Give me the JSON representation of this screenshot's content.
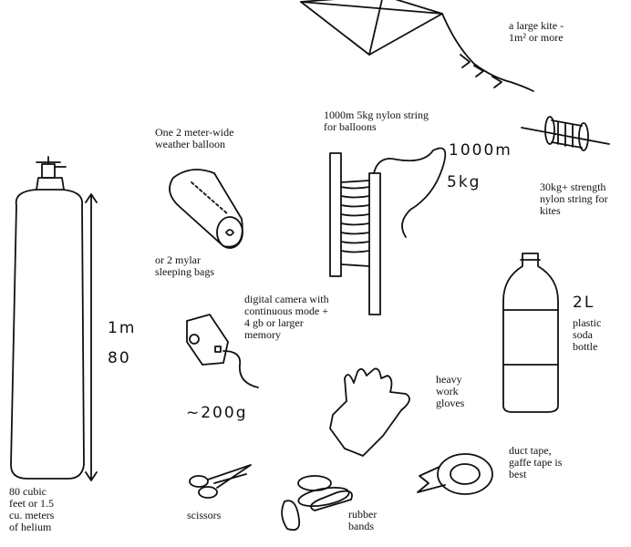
{
  "labels": {
    "kite": "a large kite -\n1m² or more",
    "balloon": "One 2 meter-wide\nweather balloon",
    "mylar": "or 2 mylar\nsleeping bags",
    "balloon_string": "1000m 5kg nylon string\nfor balloons",
    "kite_string": "30kg+ strength\nnylon string for\nkites",
    "camera": "digital camera with\ncontinuous mode +\n4 gb or larger\nmemory",
    "bottle": "plastic\nsoda\nbottle",
    "gloves": "heavy\nwork\ngloves",
    "tape": "duct tape,\ngaffe tape is\nbest",
    "helium": "80 cubic\nfeet or 1.5\ncu. meters\nof helium",
    "scissors": "scissors",
    "rubber_bands": "rubber\nbands"
  },
  "handwritten": {
    "string_length": "1000m",
    "string_strength": "5kg",
    "camera_weight": "~200g",
    "cylinder_height": "1m",
    "cylinder_size": "80",
    "bottle_volume": "2L"
  }
}
